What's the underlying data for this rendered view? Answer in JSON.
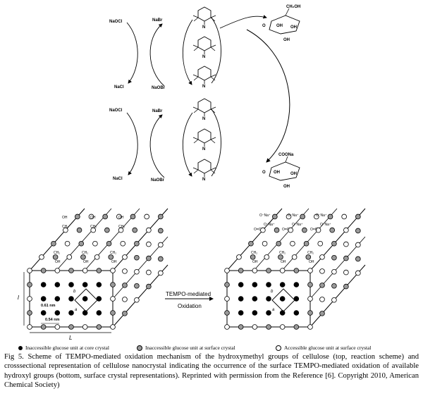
{
  "scheme": {
    "top_cycle": {
      "left_oxidant": "NaOCl",
      "left_reduced": "NaCl",
      "right_oxidant": "NaBr",
      "right_reduced": "NaOBr"
    },
    "bottom_cycle": {
      "left_oxidant": "NaOCl",
      "left_reduced": "NaCl",
      "right_oxidant": "NaBr",
      "right_reduced": "NaOBr"
    },
    "substrate_group": "CH₂OH",
    "product_group": "COONa",
    "ring_OH": "OH",
    "ring_O": "O"
  },
  "crystal": {
    "hydroxyl_label": "OH",
    "methylene_label": "CH₂",
    "carboxylate_label": "O⁻Na⁺",
    "d_label_a": "a",
    "d_label_b": "b",
    "dimension_061": "0.61 nm",
    "dimension_054": "0.54 nm",
    "axis_l": "l",
    "axis_L": "L",
    "arrow_label_top": "TEMPO-mediated",
    "arrow_label_bottom": "Oxidation"
  },
  "legend": {
    "core": "Inaccessible glucose unit at core crystal",
    "surface_inaccessible": "Inaccessible glucose unit at surface crystal",
    "surface_accessible": "Accessible glucose unit at surface crystal"
  },
  "caption": "Fig 5. Scheme of TEMPO-mediated oxidation mechanism of the hydroxymethyl groups of cellulose (top, reaction scheme) and crosssectional representation of cellulose nanocrystal indicating the occurrence of the surface TEMPO-mediated oxidation of available hydroxyl groups (bottom, surface crystal representations). Reprinted with permission from the Reference [6]. Copyright 2010, American Chemical Society)"
}
